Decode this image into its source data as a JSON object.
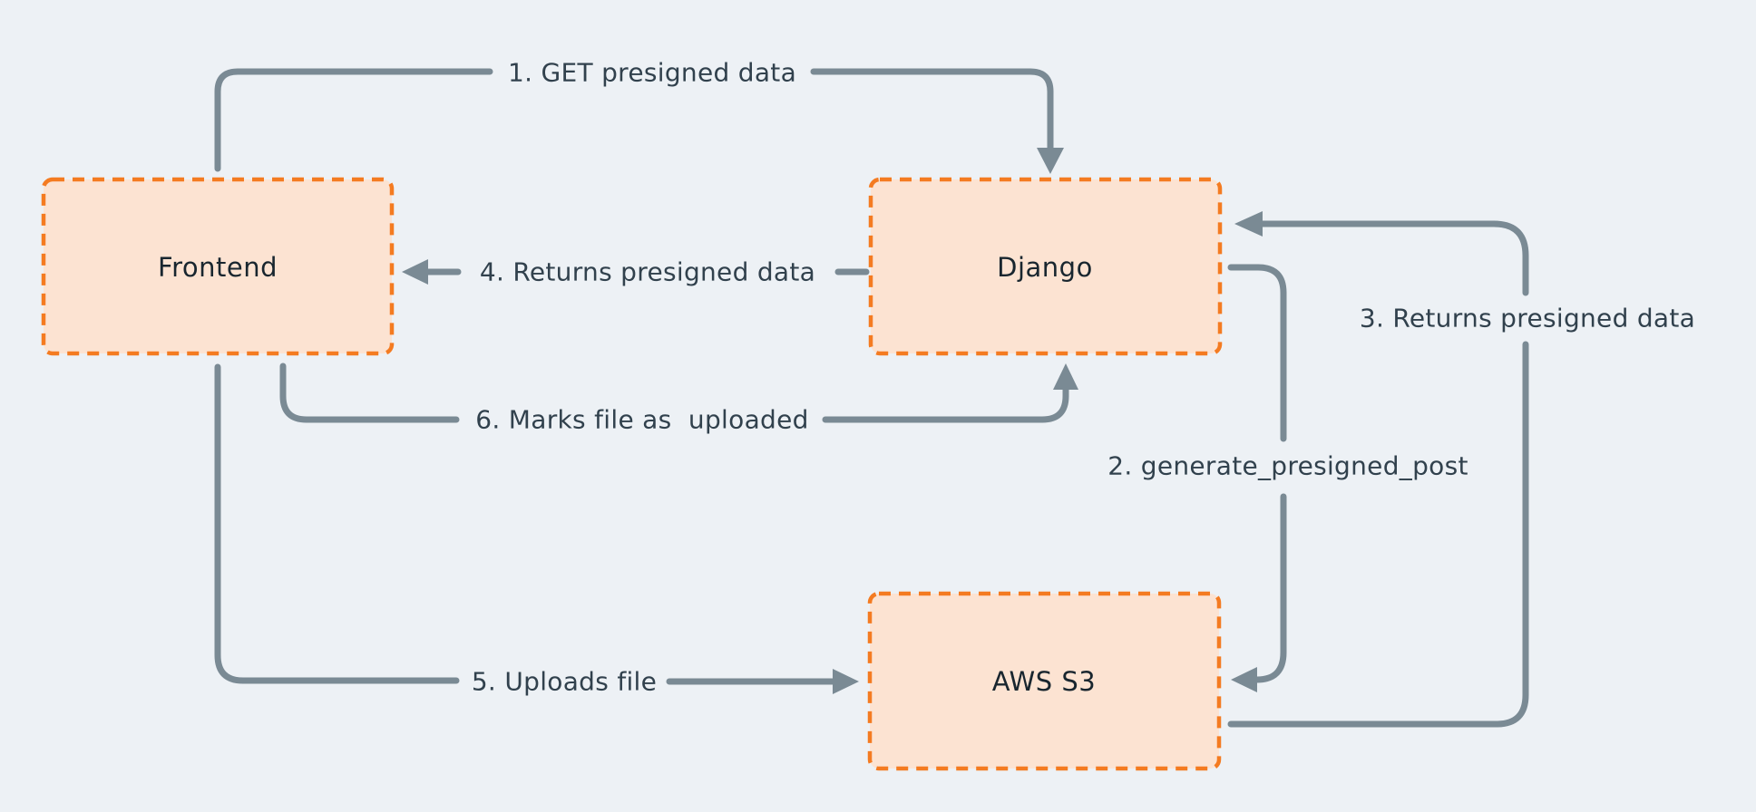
{
  "diagram": {
    "background_color": "#edf1f5",
    "node_fill_color": "#fce3d2",
    "node_border_color": "#f47b21",
    "arrow_color": "#7a8a94",
    "node_label_color": "#19262f",
    "flow_label_color": "#31414d",
    "nodes": [
      {
        "id": "frontend",
        "label": "Frontend"
      },
      {
        "id": "django",
        "label": "Django"
      },
      {
        "id": "aws-s3",
        "label": "AWS S3"
      }
    ],
    "flows": [
      {
        "step": 1,
        "label": "1. GET presigned data",
        "from": "frontend",
        "to": "django"
      },
      {
        "step": 2,
        "label": "2. generate_presigned_post",
        "from": "django",
        "to": "aws-s3"
      },
      {
        "step": 3,
        "label": "3. Returns presigned data",
        "from": "aws-s3",
        "to": "django"
      },
      {
        "step": 4,
        "label": "4. Returns presigned data",
        "from": "django",
        "to": "frontend"
      },
      {
        "step": 5,
        "label": "5. Uploads file",
        "from": "frontend",
        "to": "aws-s3"
      },
      {
        "step": 6,
        "label": "6. Marks file as  uploaded",
        "from": "frontend",
        "to": "django"
      }
    ]
  }
}
